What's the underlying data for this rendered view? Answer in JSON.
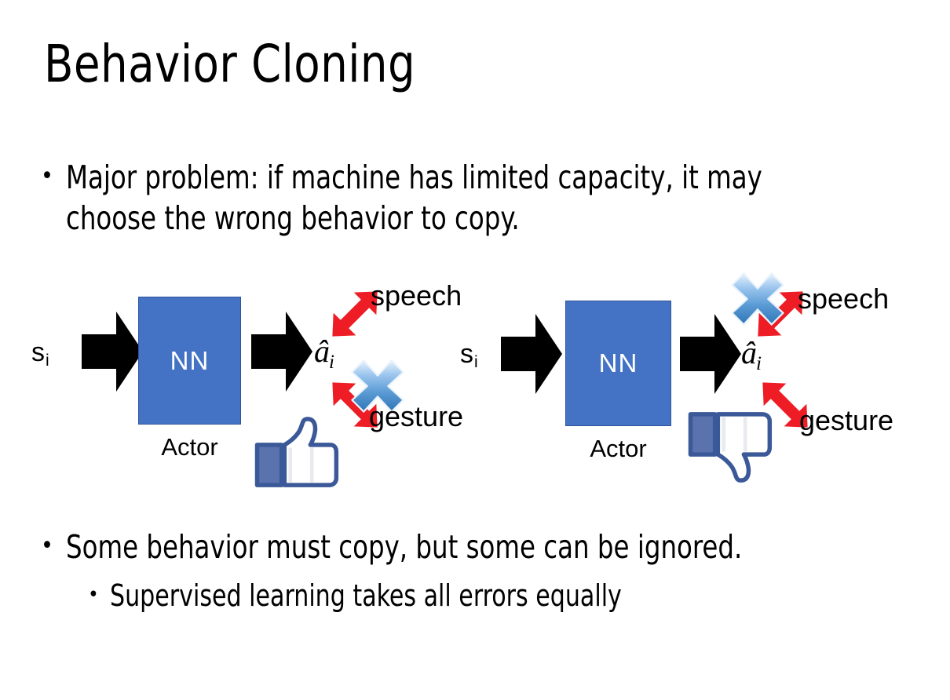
{
  "slide": {
    "title": "Behavior Cloning",
    "background_color": "#FFFFFF"
  },
  "bullets": {
    "top": {
      "marker": "•",
      "text": "Major problem: if machine has limited capacity, it may choose the wrong behavior to copy."
    },
    "bottom_1": {
      "marker": "•",
      "text": "Some behavior must copy, but some can be ignored."
    },
    "bottom_2": {
      "marker": "•",
      "text": "Supervised learning takes all errors equally"
    }
  },
  "diagrams": [
    {
      "id": "left",
      "state_label": "s",
      "state_subscript": "i",
      "nn_label": "NN",
      "nn_color": "#4472C4",
      "nn_border_color": "#2F5597",
      "actor_label": "Actor",
      "action_label": "â",
      "action_subscript": "i",
      "output_top_label": "speech",
      "output_bottom_label": "gesture",
      "arrow_color": "#EE1C25",
      "crossed_output": "gesture",
      "cross_icon": "blue-x-icon",
      "cross_color": "#5B9BD5",
      "feedback_icon": "thumbs-up-icon",
      "feedback_color": "#3B5998"
    },
    {
      "id": "right",
      "state_label": "s",
      "state_subscript": "i",
      "nn_label": "NN",
      "nn_color": "#4472C4",
      "nn_border_color": "#2F5597",
      "actor_label": "Actor",
      "action_label": "â",
      "action_subscript": "i",
      "output_top_label": "speech",
      "output_bottom_label": "gesture",
      "arrow_color": "#EE1C25",
      "crossed_output": "speech",
      "cross_icon": "blue-x-icon",
      "cross_color": "#5B9BD5",
      "feedback_icon": "thumbs-down-icon",
      "feedback_color": "#3B5998"
    }
  ]
}
